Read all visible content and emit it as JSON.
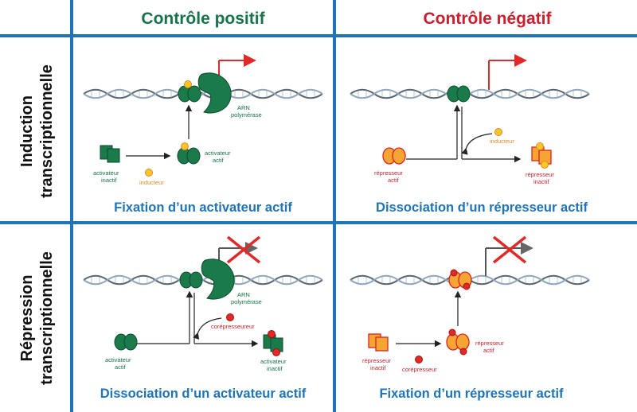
{
  "headers": {
    "positive": "Contrôle positif",
    "negative": "Contrôle négatif"
  },
  "rows": {
    "induction_line1": "Induction",
    "induction_line2": "transcriptionnelle",
    "repression_line1": "Répression",
    "repression_line2": "transcriptionnelle"
  },
  "panels": {
    "tl": {
      "caption": "Fixation d’un activateur actif",
      "inactive_label": [
        "activateur",
        "inactif"
      ],
      "inducer_label": "inducteur",
      "active_label": [
        "activateur",
        "actif"
      ],
      "polymerase_label": [
        "ARN",
        "polymérase"
      ]
    },
    "tr": {
      "caption": "Dissociation d’un répresseur actif",
      "inducer_label": "inducteur",
      "active_label": [
        "répresseur",
        "actif"
      ],
      "inactive_label": [
        "répresseur",
        "inactif"
      ]
    },
    "bl": {
      "caption": "Dissociation d’un activateur actif",
      "corepressor_label": "corépresseureur",
      "active_label": [
        "activateur",
        "actif"
      ],
      "inactive_label": [
        "activateur",
        "inactif"
      ],
      "polymerase_label": [
        "ARN",
        "polymérase"
      ]
    },
    "br": {
      "caption": "Fixation d’un répresseur actif",
      "inactive_label": [
        "répresseur",
        "inactif"
      ],
      "corepressor_label": "corépresseur",
      "active_label": [
        "répresseur",
        "actif"
      ]
    }
  },
  "colors": {
    "grid": "#1f73b7",
    "positive": "#16734a",
    "negative": "#c8202e",
    "caption": "#1f73b7",
    "activator": "#1a7a4a",
    "repressor": "#f5a533",
    "inducer": "#f7c825",
    "corepressor": "#e02a2a"
  }
}
